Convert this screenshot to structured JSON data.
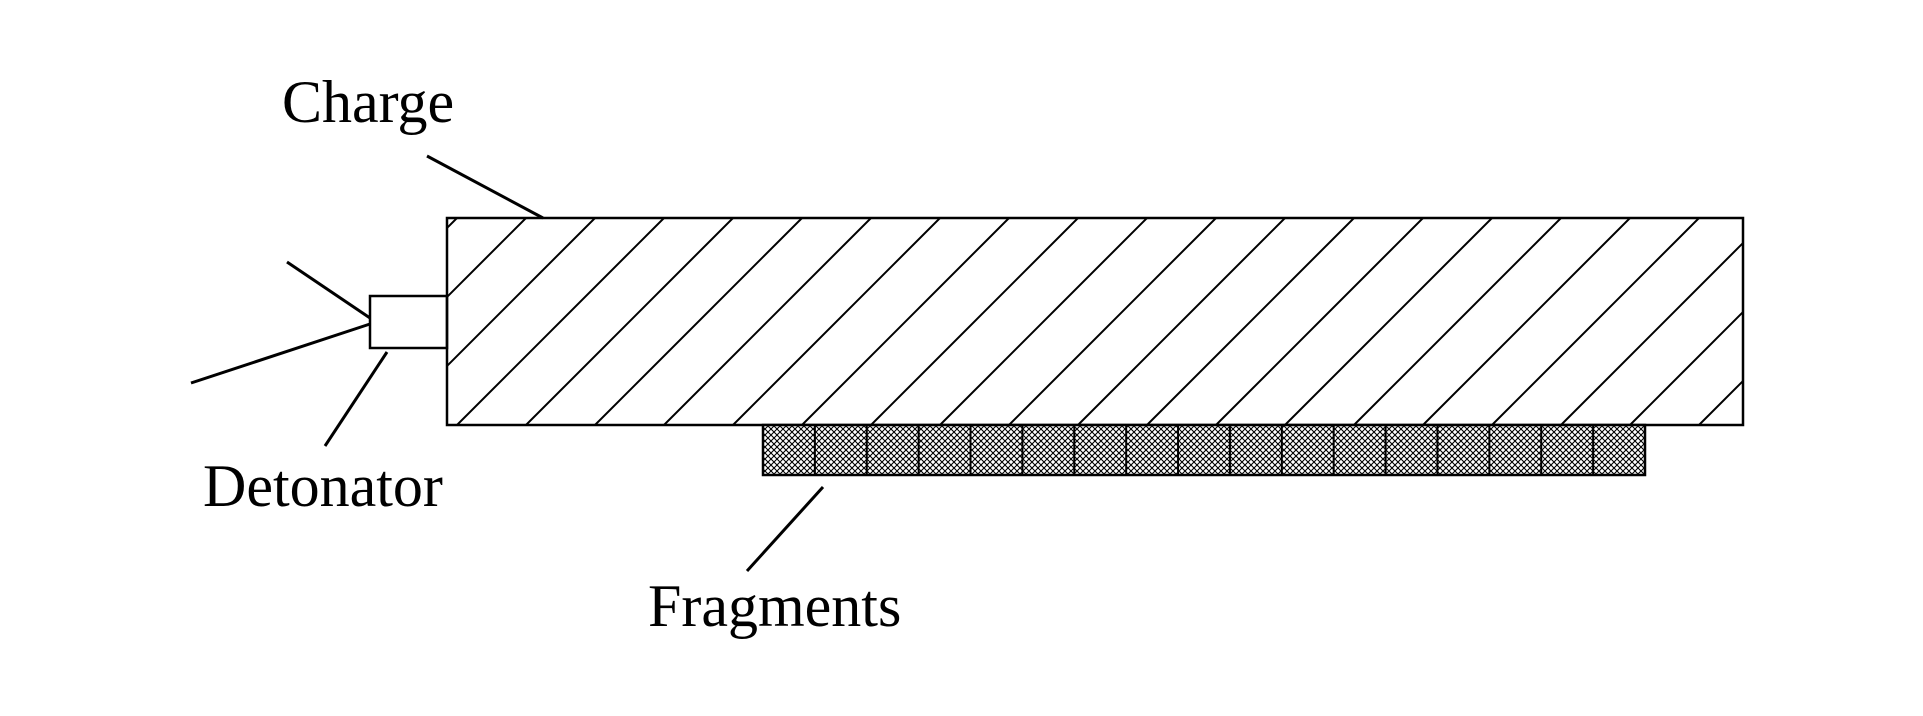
{
  "labels": {
    "charge": "Charge",
    "detonator": "Detonator",
    "fragments": "Fragments"
  },
  "colors": {
    "stroke": "#000000",
    "background": "#ffffff"
  },
  "fragments": {
    "count": 17
  }
}
